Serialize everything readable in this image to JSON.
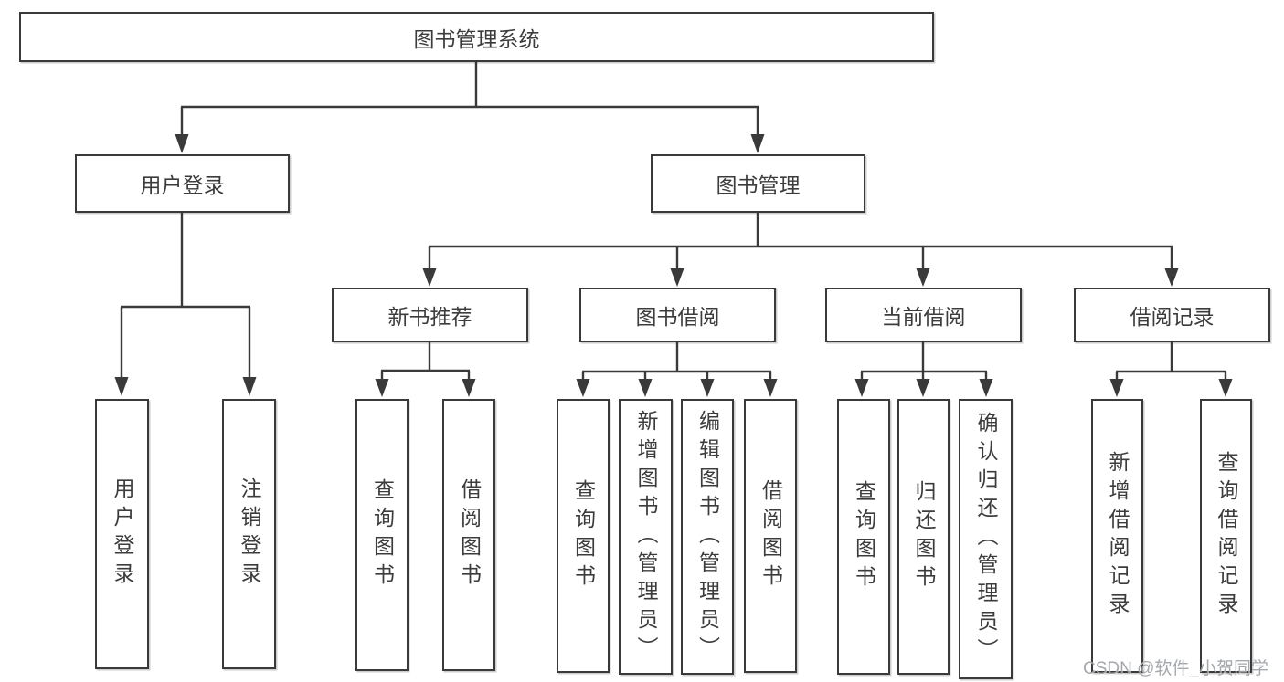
{
  "tree": {
    "root": {
      "label": "图书管理系统"
    },
    "user_login_branch": {
      "label": "用户登录",
      "children": [
        {
          "label": "用户登录"
        },
        {
          "label": "注销登录"
        }
      ]
    },
    "book_mgmt_branch": {
      "label": "图书管理",
      "sections": [
        {
          "label": "新书推荐",
          "children": [
            {
              "label": "查询图书"
            },
            {
              "label": "借阅图书"
            }
          ]
        },
        {
          "label": "图书借阅",
          "children": [
            {
              "label": "查询图书"
            },
            {
              "label": "新增图书（管理员）"
            },
            {
              "label": "编辑图书（管理员）"
            },
            {
              "label": "借阅图书"
            }
          ]
        },
        {
          "label": "当前借阅",
          "children": [
            {
              "label": "查询图书"
            },
            {
              "label": "归还图书"
            },
            {
              "label": "确认归还（管理员）"
            }
          ]
        },
        {
          "label": "借阅记录",
          "children": [
            {
              "label": "新增借阅记录"
            },
            {
              "label": "查询借阅记录"
            }
          ]
        }
      ]
    }
  },
  "watermark": {
    "text": "CSDN @软件_小贺同学"
  },
  "colors": {
    "line": "#3a3a3a",
    "text": "#3c3c3c",
    "background": "#ffffff",
    "watermark": "#9b9ea3"
  }
}
